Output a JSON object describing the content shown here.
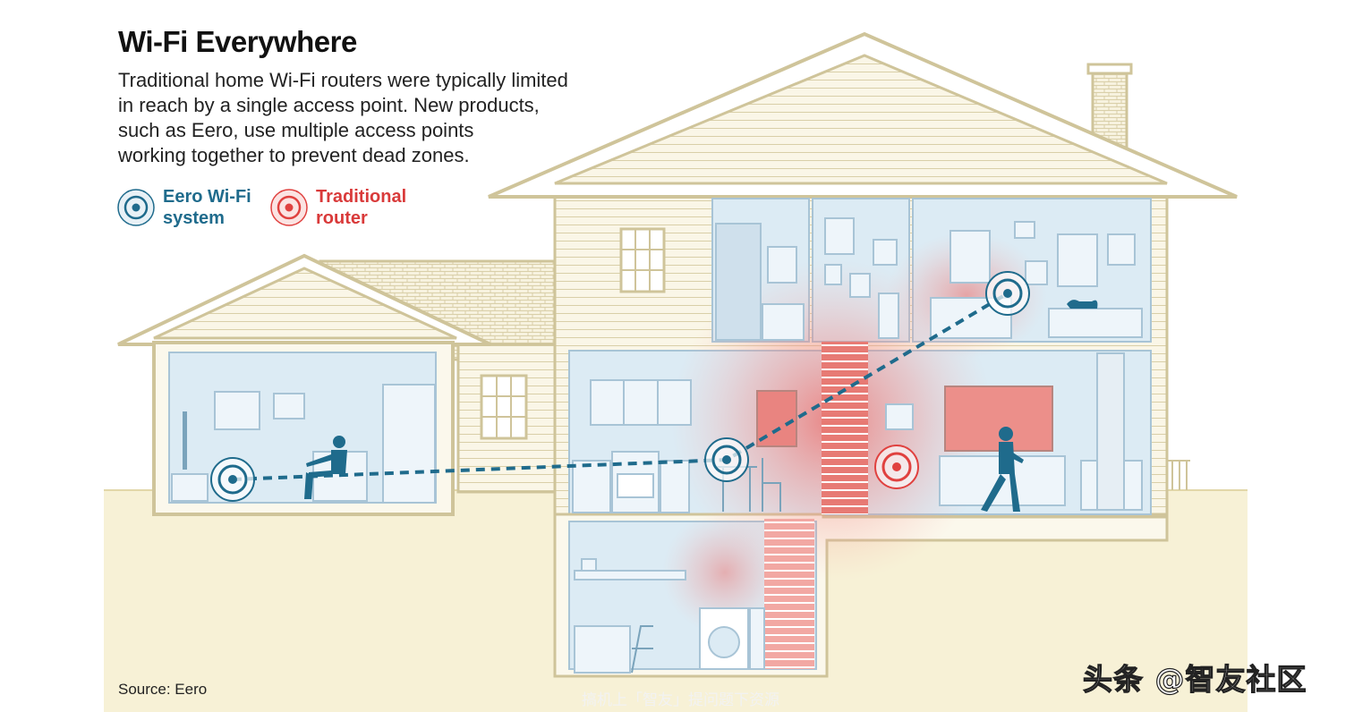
{
  "header": {
    "title": "Wi-Fi Everywhere",
    "description_lines": [
      "Traditional home Wi-Fi routers were typically limited",
      "in reach by a single access point. New products,",
      "such as Eero, use multiple access points",
      "working together to prevent dead zones."
    ]
  },
  "legend": {
    "eero": {
      "line1": "Eero Wi-Fi",
      "line2": "system",
      "color": "#1f6b8c",
      "icon": "wifi-signal-icon"
    },
    "traditional": {
      "line1": "Traditional",
      "line2": "router",
      "color": "#d93a3a",
      "icon": "wifi-signal-icon"
    }
  },
  "footer": {
    "source": "Source: Eero"
  },
  "watermarks": {
    "main": "头条 @智友社区",
    "sub": "搞机上「智友」提问题下资源"
  },
  "colors": {
    "house_outline": "#cfc49a",
    "house_fill": "#ffffff",
    "siding": "#f6f1dc",
    "ground": "#f7f1d6",
    "room_fill": "#dcebf4",
    "room_line": "#a8c4d6",
    "person": "#1f6b8c",
    "eero": "#1f6b8c",
    "router": "#e0413f"
  },
  "diagram": {
    "eero_points": [
      "garage-living-room",
      "kitchen",
      "upstairs-bedroom"
    ],
    "traditional_router": "living-room"
  }
}
